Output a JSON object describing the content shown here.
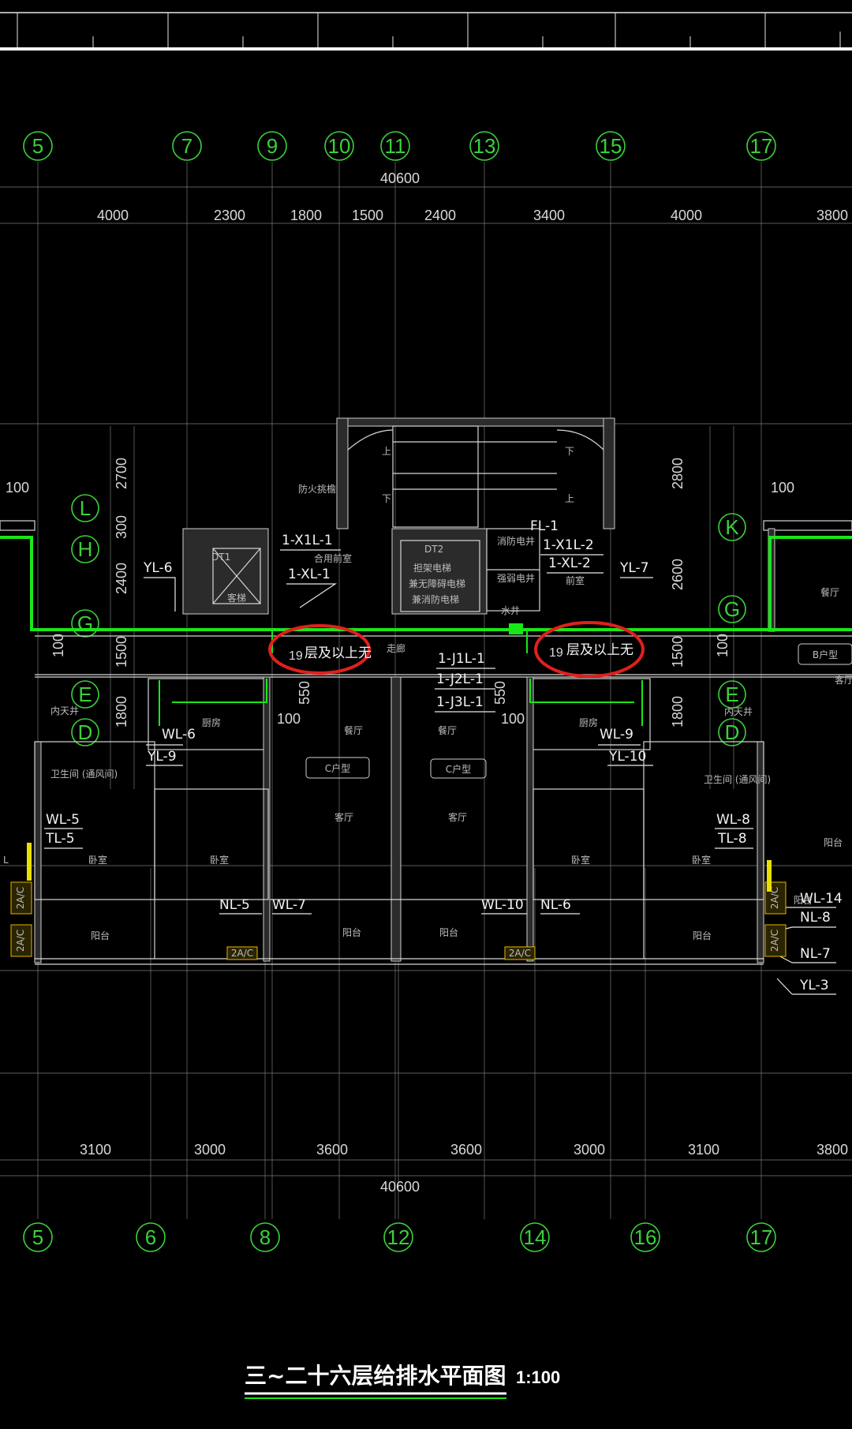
{
  "drawing": {
    "title": "三~二十六层给排水平面图",
    "scale": "1:100"
  },
  "top_axes": [
    "5",
    "7",
    "9",
    "10",
    "11",
    "13",
    "15",
    "17"
  ],
  "bottom_axes": [
    "5",
    "6",
    "8",
    "12",
    "14",
    "16",
    "17"
  ],
  "side_axes_left": [
    "L",
    "H",
    "G",
    "E",
    "D"
  ],
  "side_axes_right": [
    "K",
    "G",
    "E",
    "D"
  ],
  "dimensions": {
    "top_total": "40600",
    "top_segments": [
      "4000",
      "2300",
      "1800",
      "1500",
      "2400",
      "3400",
      "4000",
      "3800"
    ],
    "bottom_total": "40600",
    "bottom_segments": [
      "3100",
      "3000",
      "3600",
      "3600",
      "3000",
      "3100",
      "3800"
    ],
    "left_vertical": [
      "2700",
      "300",
      "2400",
      "1500",
      "1800",
      "100"
    ],
    "right_vertical": [
      "2800",
      "2600",
      "1500",
      "1800",
      "100"
    ],
    "misc": [
      "100",
      "100",
      "550",
      "550",
      "100",
      "100"
    ]
  },
  "pipe_labels": {
    "yl6": "YL-6",
    "yl7": "YL-7",
    "yl9": "YL-9",
    "yl10": "YL-10",
    "yl3": "YL-3",
    "x1l1": "1-X1L-1",
    "xl1": "1-XL-1",
    "x1l2": "1-X1L-2",
    "xl2": "1-XL-2",
    "fl1": "FL-1",
    "j1l1": "1-J1L-1",
    "j2l1": "1-J2L-1",
    "j3l1": "1-J3L-1",
    "wl6": "WL-6",
    "wl9": "WL-9",
    "wl5": "WL-5",
    "tl5": "TL-5",
    "wl8": "WL-8",
    "tl8": "TL-8",
    "nl5": "NL-5",
    "wl7": "WL-7",
    "wl10": "WL-10",
    "nl6": "NL-6",
    "wl14": "WL-14",
    "nl8": "NL-8",
    "nl7": "NL-7"
  },
  "annotations": {
    "left_note_num": "19",
    "left_note": "层及以上无",
    "right_note_num": "19",
    "right_note": "层及以上无"
  },
  "rooms": {
    "fire_lobby": "防火挑檐",
    "shared_front": "合用前室",
    "front": "前室",
    "dt1": "DT1",
    "dt1_sub": "客梯",
    "dt2": "DT2",
    "dt2_sub1": "担架电梯",
    "dt2_sub2": "兼无障碍电梯",
    "dt2_sub3": "兼消防电梯",
    "fire_shaft": "消防电井",
    "strong_shaft": "强弱电井",
    "water_shaft": "水井",
    "corridor": "走廊",
    "kitchen_l": "厨房",
    "kitchen_r": "厨房",
    "dining_l": "餐厅",
    "dining_r": "餐厅",
    "living_l": "客厅",
    "living_r": "客厅",
    "living_b": "客厅",
    "dining_b": "餐厅",
    "unit_c": "C户型",
    "unit_c2": "C户型",
    "unit_b": "B户型",
    "bath_l": "卫生间 (通风间)",
    "bath_r": "卫生间 (通风间)",
    "bed1": "卧室",
    "bed2": "卧室",
    "bed3": "卧室",
    "bed4": "卧室",
    "balc1": "阳台",
    "balc2": "阳台",
    "balc3": "阳台",
    "balc4": "阳台",
    "balc5": "阳台",
    "balc6": "阳台",
    "shaft_l": "内天井",
    "shaft_r": "内天井",
    "up1": "上",
    "down1": "下",
    "up2": "上",
    "down2": "下",
    "ac1": "2A/C",
    "ac2": "2A/C",
    "ac3": "2A/C",
    "ac4": "2A/C",
    "ac5": "2A/C",
    "ac6": "2A/C",
    "edge": "L"
  },
  "colors": {
    "pipe": "#19e619",
    "axis": "#3ad13a",
    "mark": "#e0201c",
    "background": "#000000"
  }
}
